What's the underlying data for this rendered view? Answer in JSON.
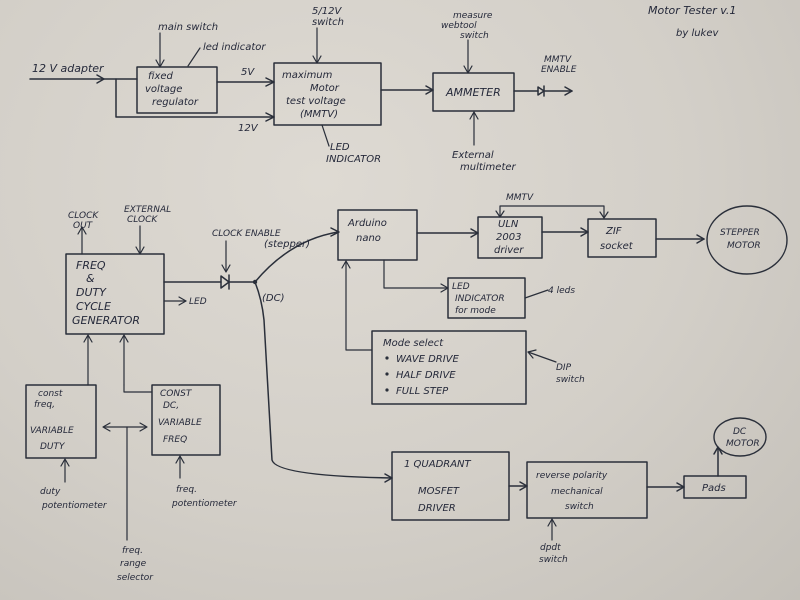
{
  "header": {
    "title": "Motor Tester v.1",
    "author": "by lukev"
  },
  "power": {
    "adapter": "12 V adapter",
    "main_switch": "main switch",
    "led_indicator": "led indicator",
    "regulator": [
      "fixed",
      "voltage",
      "regulator"
    ],
    "v5": "5V",
    "v12": "12V",
    "switch_512": [
      "5/12V",
      "switch"
    ],
    "mmtv": [
      "maximum",
      "Motor",
      "test voltage",
      "(MMTV)"
    ],
    "mmtv_led": [
      "LED",
      "INDICATOR"
    ],
    "webtool_switch": [
      "measure",
      "webtool",
      "switch"
    ],
    "ammeter": "AMMETER",
    "mmtv_enable": [
      "MMTV",
      "ENABLE"
    ],
    "external_multimeter": [
      "External",
      "multimeter"
    ]
  },
  "generator": {
    "clock_out": [
      "CLOCK",
      "OUT"
    ],
    "external_clock": [
      "EXTERNAL",
      "CLOCK"
    ],
    "block": [
      "FREQ",
      "&",
      "DUTY",
      "CYCLE",
      "GENERATOR"
    ],
    "led": "LED",
    "clock_enable": "CLOCK ENABLE",
    "const_freq": [
      "const",
      "freq,",
      "VARIABLE",
      "DUTY"
    ],
    "const_dc": [
      "CONST",
      "DC,",
      "VARIABLE",
      "FREQ"
    ],
    "duty_pot": [
      "duty",
      "potentiometer"
    ],
    "freq_pot": [
      "freq.",
      "potentiometer"
    ],
    "range_selector": [
      "freq.",
      "range",
      "selector"
    ]
  },
  "stepper": {
    "stepper_label": "(stepper)",
    "arduino": [
      "Arduino",
      "nano"
    ],
    "mmtv": "MMTV",
    "uln": [
      "ULN",
      "2003",
      "driver"
    ],
    "zif": [
      "ZIF",
      "socket"
    ],
    "motor": [
      "STEPPER",
      "MOTOR"
    ],
    "led_indicator": [
      "LED",
      "INDICATOR",
      "for mode"
    ],
    "four_leds": "4 leds",
    "mode_select": "Mode select",
    "modes": [
      "WAVE DRIVE",
      "HALF DRIVE",
      "FULL STEP"
    ],
    "dip_switch": [
      "DIP",
      "switch"
    ]
  },
  "dc": {
    "dc_label": "(DC)",
    "mosfet": [
      "1 QUADRANT",
      "MOSFET",
      "DRIVER"
    ],
    "reverse": [
      "reverse polarity",
      "mechanical",
      "switch"
    ],
    "dpdt": [
      "dpdt",
      "switch"
    ],
    "pads": "Pads",
    "motor": [
      "DC",
      "MOTOR"
    ]
  }
}
